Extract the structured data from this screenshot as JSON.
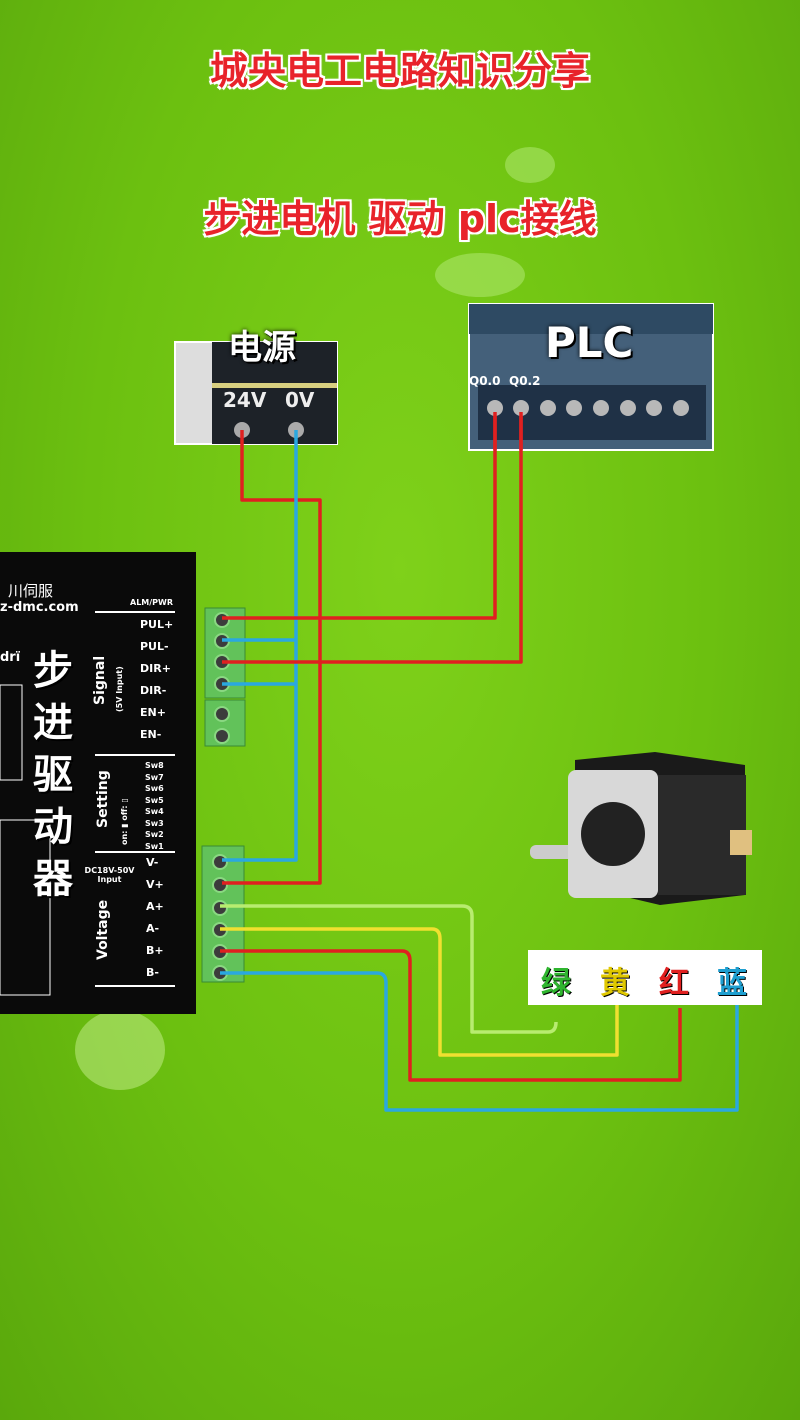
{
  "header": {
    "title": "城央电工电路知识分享",
    "subtitle": "步进电机 驱动 plc接线"
  },
  "power_supply": {
    "label": "电源",
    "terminals": [
      "24V",
      "0V"
    ]
  },
  "plc": {
    "label": "PLC",
    "outputs": [
      "Q0.0",
      "Q0.2"
    ]
  },
  "driver": {
    "label_chars": [
      "步",
      "进",
      "驱",
      "动",
      "器"
    ],
    "brand": "川伺服",
    "website": "z-dmc.com",
    "model_fragment": "drï",
    "alm": "ALM/PWR",
    "signal_group": "Signal",
    "signal_note": "(5V Input)",
    "signal_terminals": [
      "PUL+",
      "PUL-",
      "DIR+",
      "DIR-",
      "EN+",
      "EN-"
    ],
    "setting_group": "Setting",
    "setting_note": "on: ▮  off: ▯",
    "switches": [
      "Sw8",
      "Sw7",
      "Sw6",
      "Sw5",
      "Sw4",
      "Sw3",
      "Sw2",
      "Sw1"
    ],
    "voltage_group": "Voltage",
    "voltage_note": "DC18V-50V Input",
    "power_terminals": [
      "V-",
      "V+",
      "A+",
      "A-",
      "B+",
      "B-"
    ]
  },
  "motor_wires": {
    "labels": [
      "绿",
      "黄",
      "红",
      "蓝"
    ],
    "colors": [
      "#2fb52f",
      "#e0c800",
      "#e02020",
      "#1f9fd0"
    ]
  },
  "colors": {
    "red_wire": "#e02020",
    "blue_wire": "#2aa8e0",
    "green_wire": "#a8e060",
    "yellow_wire": "#f0e030",
    "title": "#e8232a"
  }
}
